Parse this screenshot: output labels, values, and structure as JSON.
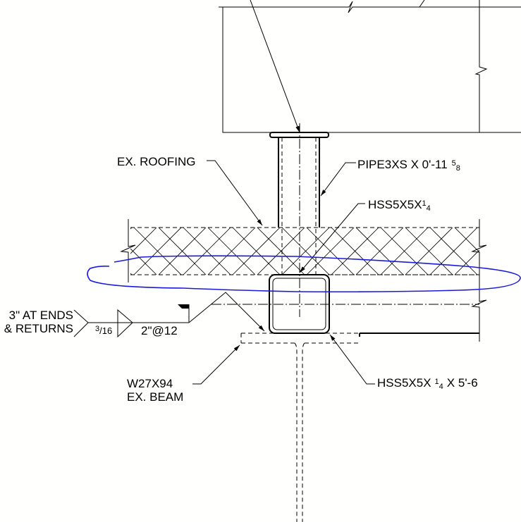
{
  "labels": {
    "roofing": "EX. ROOFING",
    "pipe": "PIPE3XS X 0'-11",
    "pipe_frac_num": "5",
    "pipe_frac_den": "8",
    "hss_top": "HSS5X5X",
    "hss_top_frac_num": "1",
    "hss_top_frac_den": "4",
    "hss_bottom_a": "HSS5X5X",
    "hss_bottom_frac_num": "1",
    "hss_bottom_frac_den": "4",
    "hss_bottom_b": "X 5'-6",
    "beam_line1": "W27X94",
    "beam_line2": "EX. BEAM"
  },
  "weld": {
    "note_line1": "3\" AT ENDS",
    "note_line2": "& RETURNS",
    "size_num": "3",
    "size_den": "16",
    "pitch": "2\"@12"
  },
  "colors": {
    "markup": "#1a1adc"
  }
}
